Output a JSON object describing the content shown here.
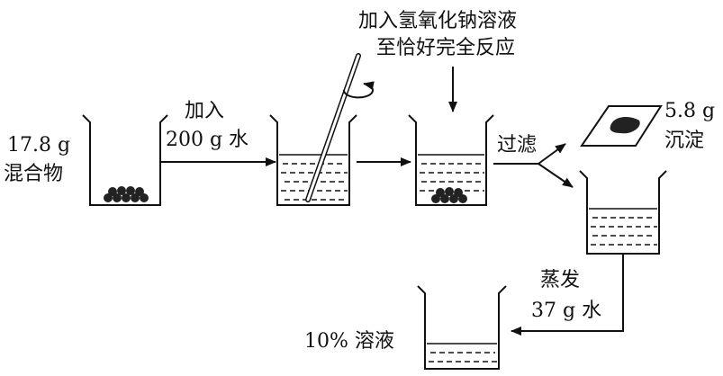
{
  "labels": {
    "mixture_mass": "17.8 g",
    "mixture_name": "混合物",
    "add": "加入",
    "water_amount": "200 g 水",
    "naoh_line1": "加入氢氧化钠溶液",
    "naoh_line2": "至恰好完全反应",
    "filter": "过滤",
    "precipitate_mass": "5.8 g",
    "precipitate_name": "沉淀",
    "evaporate": "蒸发",
    "evaporated_water": "37 g 水",
    "final_solution": "10% 溶液"
  },
  "colors": {
    "ink": "#111111",
    "background": "#ffffff"
  }
}
